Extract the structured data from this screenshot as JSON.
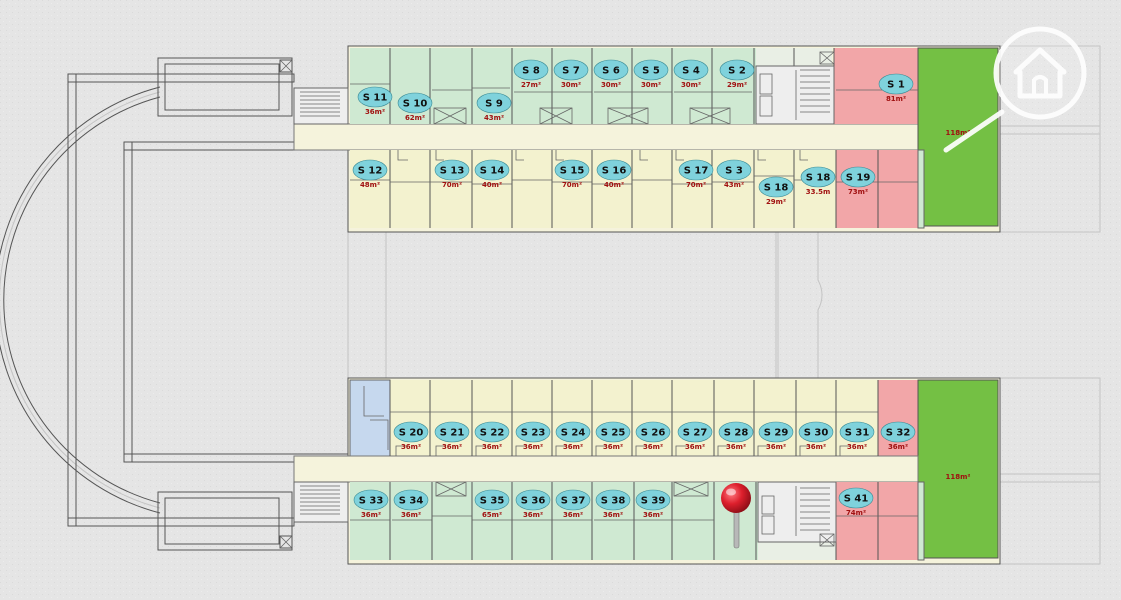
{
  "legend_colors": {
    "green_unit": "#cfe9d2",
    "yellow_unit": "#f3f2cf",
    "red_unit": "#f2a6a8",
    "terrace": "#74c044",
    "corridor": "#f5f3dc",
    "label_oval": "#7fd2dc",
    "blue_room": "#c6d8ee",
    "pin": "#d91d2a"
  },
  "icons": {
    "home_badge": "home-magnifier-icon",
    "pin": "map-pin-icon"
  },
  "top_wing": {
    "north_units": [
      {
        "id": "S 11",
        "area": "36m²",
        "color": "green"
      },
      {
        "id": "S 10",
        "area": "62m²",
        "color": "green"
      },
      {
        "id": "S 9",
        "area": "43m²",
        "color": "green"
      },
      {
        "id": "S 8",
        "area": "27m²",
        "color": "green"
      },
      {
        "id": "S 7",
        "area": "30m²",
        "color": "green"
      },
      {
        "id": "S 6",
        "area": "30m²",
        "color": "green"
      },
      {
        "id": "S 5",
        "area": "30m²",
        "color": "green"
      },
      {
        "id": "S 4",
        "area": "30m²",
        "color": "green"
      },
      {
        "id": "S 2",
        "area": "29m²",
        "color": "green"
      },
      {
        "id": "S 1",
        "area": "81m²",
        "color": "red"
      }
    ],
    "south_units": [
      {
        "id": "S 12",
        "area": "48m²",
        "color": "yellow"
      },
      {
        "id": "S 13",
        "area": "70m²",
        "color": "yellow"
      },
      {
        "id": "S 14",
        "area": "40m²",
        "color": "yellow"
      },
      {
        "id": "S 15",
        "area": "70m²",
        "color": "yellow"
      },
      {
        "id": "S 16",
        "area": "40m²",
        "color": "yellow"
      },
      {
        "id": "S 17",
        "area": "70m²",
        "color": "yellow"
      },
      {
        "id": "S 3",
        "area": "43m²",
        "color": "yellow"
      },
      {
        "id": "S 18",
        "area": "29m²",
        "color": "yellow"
      },
      {
        "id": "S 18",
        "area": "33.5m",
        "color": "yellow"
      },
      {
        "id": "S 19",
        "area": "73m²",
        "color": "red"
      }
    ],
    "terrace_area": "118m²"
  },
  "bottom_wing": {
    "north_units": [
      {
        "id": "S 20",
        "area": "36m²",
        "color": "yellow"
      },
      {
        "id": "S 21",
        "area": "36m²",
        "color": "yellow"
      },
      {
        "id": "S 22",
        "area": "36m²",
        "color": "yellow"
      },
      {
        "id": "S 23",
        "area": "36m²",
        "color": "yellow"
      },
      {
        "id": "S 24",
        "area": "36m²",
        "color": "yellow"
      },
      {
        "id": "S 25",
        "area": "36m²",
        "color": "yellow"
      },
      {
        "id": "S 26",
        "area": "36m²",
        "color": "yellow"
      },
      {
        "id": "S 27",
        "area": "36m²",
        "color": "yellow"
      },
      {
        "id": "S 28",
        "area": "36m²",
        "color": "yellow"
      },
      {
        "id": "S 29",
        "area": "36m²",
        "color": "yellow"
      },
      {
        "id": "S 30",
        "area": "36m²",
        "color": "yellow"
      },
      {
        "id": "S 31",
        "area": "36m²",
        "color": "yellow"
      },
      {
        "id": "S 32",
        "area": "36m²",
        "color": "red"
      }
    ],
    "south_units": [
      {
        "id": "S 33",
        "area": "36m²",
        "color": "green"
      },
      {
        "id": "S 34",
        "area": "36m²",
        "color": "green"
      },
      {
        "id": "S 35",
        "area": "65m²",
        "color": "green"
      },
      {
        "id": "S 36",
        "area": "36m²",
        "color": "green"
      },
      {
        "id": "S 37",
        "area": "36m²",
        "color": "green"
      },
      {
        "id": "S 38",
        "area": "36m²",
        "color": "green"
      },
      {
        "id": "S 39",
        "area": "36m²",
        "color": "green"
      },
      {
        "id": "S 41",
        "area": "74m²",
        "color": "red"
      }
    ],
    "terrace_area": "118m²"
  }
}
